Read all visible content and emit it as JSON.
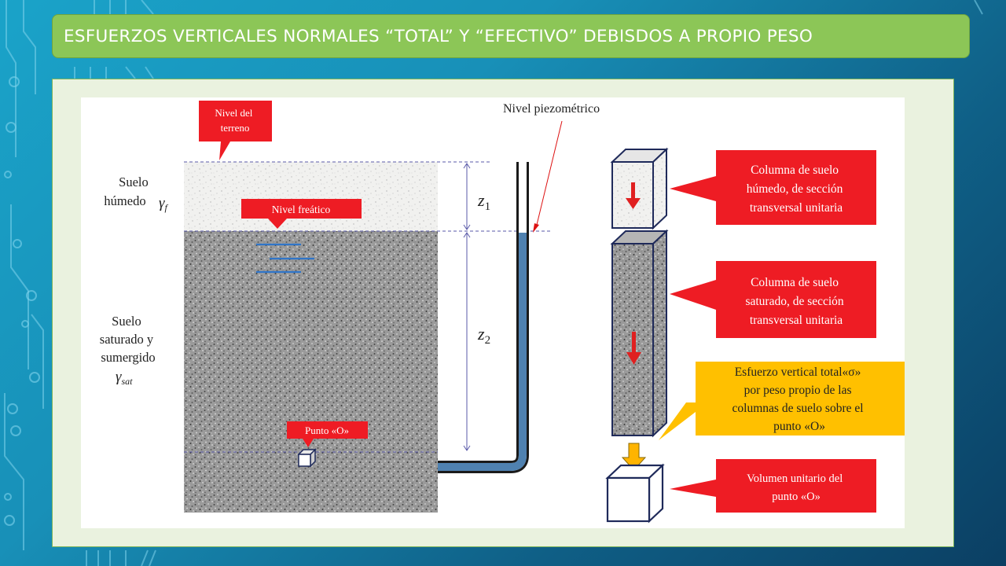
{
  "slide": {
    "title": "ESFUERZOS VERTICALES NORMALES “TOTAL” Y “EFECTIVO” DEBISDOS A PROPIO PESO"
  },
  "diagram": {
    "callout_ground": [
      "Nivel del",
      "terreno"
    ],
    "callout_watertable": "Nivel freático",
    "callout_point": "Punto «O»",
    "piezometric_label": "Nivel piezométrico",
    "layer_moist": {
      "name_lines": [
        "Suelo",
        "húmedo"
      ],
      "symbol": "γ",
      "subscript": "f"
    },
    "layer_saturated": {
      "name_lines": [
        "Suelo",
        "saturado y",
        "sumergido"
      ],
      "symbol": "γ",
      "subscript": "sat"
    },
    "depth_1": {
      "symbol": "z",
      "subscript": "1"
    },
    "depth_2": {
      "symbol": "z",
      "subscript": "2"
    },
    "callout_column_moist": [
      "Columna de suelo",
      "húmedo, de sección",
      "transversal unitaria"
    ],
    "callout_column_saturated": [
      "Columna de suelo",
      "saturado, de sección",
      "transversal unitaria"
    ],
    "callout_total_stress": [
      "Esfuerzo vertical total«σ»",
      "por peso propio de las",
      "columnas de suelo sobre el",
      "punto «O»"
    ],
    "callout_unit_volume": [
      "Volumen unitario del",
      "punto «O»"
    ]
  },
  "colors": {
    "title_bar": "#8cc657",
    "callout_red": "#ee1c24",
    "callout_yellow": "#ffc000",
    "water_blue": "#4f81b0",
    "dim_line": "#5a5aa8"
  }
}
